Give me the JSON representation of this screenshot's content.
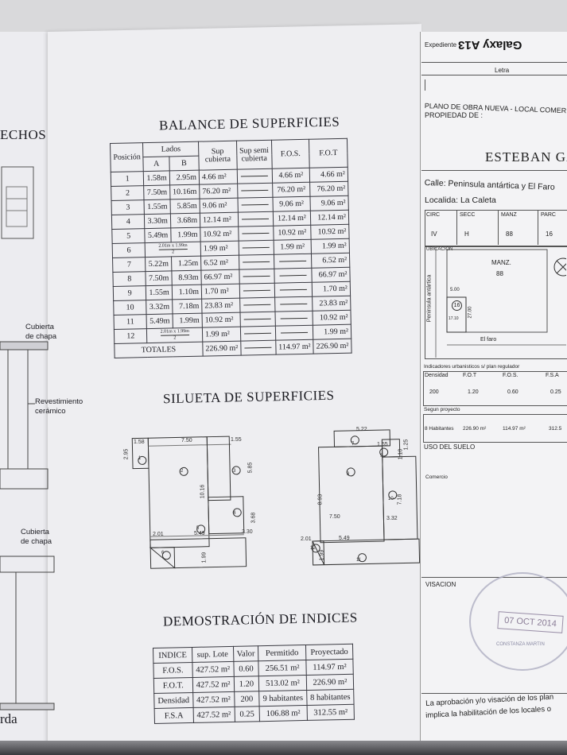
{
  "watermark": "Galaxy A13",
  "left_sheet": {
    "partial_title": "ECHOS",
    "label_roof1": "Cubierta\nde chapa",
    "label_cladding": "Revestimiento\ncerámico",
    "label_roof2": "Cubierta\nde chapa",
    "partial_bottom": "rda"
  },
  "balance": {
    "title": "BALANCE DE SUPERFICIES",
    "headers": {
      "posicion": "Posición",
      "lados": "Lados",
      "a": "A",
      "b": "B",
      "sup_cubierta": "Sup\ncubierta",
      "sup_semi": "Sup semi\ncubierta",
      "fos": "F.O.S.",
      "fot": "F.O.T"
    },
    "rows": [
      {
        "pos": "1",
        "a": "1.58m",
        "b": "2.95m",
        "sup": "4.66 m²",
        "semi": "",
        "fos": "4.66 m²",
        "fot": "4.66 m²"
      },
      {
        "pos": "2",
        "a": "7.50m",
        "b": "10.16m",
        "sup": "76.20 m²",
        "semi": "",
        "fos": "76.20 m²",
        "fot": "76.20 m²"
      },
      {
        "pos": "3",
        "a": "1.55m",
        "b": "5.85m",
        "sup": "9.06 m²",
        "semi": "",
        "fos": "9.06 m²",
        "fot": "9.06 m²"
      },
      {
        "pos": "4",
        "a": "3.30m",
        "b": "3.68m",
        "sup": "12.14 m²",
        "semi": "",
        "fos": "12.14 m²",
        "fot": "12.14 m²"
      },
      {
        "pos": "5",
        "a": "5.49m",
        "b": "1.99m",
        "sup": "10.92 m²",
        "semi": "",
        "fos": "10.92 m²",
        "fot": "10.92 m²"
      },
      {
        "pos": "6",
        "frac_num": "2.01m x 1.99m",
        "frac_den": "2",
        "sup": "1.99 m²",
        "semi": "",
        "fos": "1.99 m²",
        "fot": "1.99 m²"
      },
      {
        "pos": "7",
        "a": "5.22m",
        "b": "1.25m",
        "sup": "6.52 m²",
        "semi": "",
        "fos": "",
        "fot": "6.52 m²"
      },
      {
        "pos": "8",
        "a": "7.50m",
        "b": "8.93m",
        "sup": "66.97 m²",
        "semi": "",
        "fos": "",
        "fot": "66.97 m²"
      },
      {
        "pos": "9",
        "a": "1.55m",
        "b": "1.10m",
        "sup": "1.70 m²",
        "semi": "",
        "fos": "",
        "fot": "1.70 m²"
      },
      {
        "pos": "10",
        "a": "3.32m",
        "b": "7.18m",
        "sup": "23.83 m²",
        "semi": "",
        "fos": "",
        "fot": "23.83 m²"
      },
      {
        "pos": "11",
        "a": "5.49m",
        "b": "1.99m",
        "sup": "10.92 m²",
        "semi": "",
        "fos": "",
        "fot": "10.92 m²"
      },
      {
        "pos": "12",
        "frac_num": "2.01m x 1.99m",
        "frac_den": "2",
        "sup": "1.99 m²",
        "semi": "",
        "fos": "",
        "fot": "1.99 m²"
      }
    ],
    "totals": {
      "label": "TOTALES",
      "sup": "226.90 m²",
      "fos": "114.97 m²",
      "fot": "226.90 m²"
    }
  },
  "silueta": {
    "title": "SILUETA DE SUPERFICIES",
    "left_dims": {
      "d158": "1.58",
      "d750": "7.50",
      "d155": "1.55",
      "d295": "2.95",
      "d1016": "10.16",
      "d585": "5.85",
      "d368": "3.68",
      "d330": "3.30",
      "d201": "2.01",
      "d549": "5.49",
      "d199": "1.99"
    },
    "right_dims": {
      "d522": "5.22",
      "d155": "1.55",
      "d110": "1.10",
      "d125": "1.25",
      "d893": "8.93",
      "d718": "7.18",
      "d750": "7.50",
      "d332": "3.32",
      "d201": "2.01",
      "d549": "5.49",
      "d199": "1.99"
    },
    "markers": [
      "1",
      "2",
      "3",
      "4",
      "5",
      "6",
      "7",
      "8",
      "9",
      "10",
      "11",
      "12"
    ]
  },
  "indices": {
    "title": "DEMOSTRACIÓN DE INDICES",
    "headers": [
      "INDICE",
      "sup. Lote",
      "Valor",
      "Permitido",
      "Proyectado"
    ],
    "rows": [
      [
        "F.O.S.",
        "427.52 m²",
        "0.60",
        "256.51 m²",
        "114.97 m²"
      ],
      [
        "F.O.T.",
        "427.52 m²",
        "1.20",
        "513.02 m²",
        "226.90 m²"
      ],
      [
        "Densidad",
        "427.52 m²",
        "200",
        "9 habitantes",
        "8 habitantes"
      ],
      [
        "F.S.A",
        "427.52 m²",
        "0.25",
        "106.88 m²",
        "312.55 m²"
      ]
    ]
  },
  "right_panel": {
    "expediente": "Expediente",
    "letra": "Letra",
    "plano": "PLANO DE OBRA NUEVA - LOCAL COMER",
    "propiedad": "PROPIEDAD DE :",
    "owner": "ESTEBAN GA",
    "calle": "Calle: Peninsula antártica y El Faro",
    "localidad": "Localida: La Caleta",
    "catastro_headers": [
      "CIRC",
      "SECC",
      "MANZ",
      "PARC"
    ],
    "catastro_values": [
      "IV",
      "H",
      "88",
      "16"
    ],
    "ubicacion": "UBICACION",
    "manz_label": "MANZ.",
    "manz_value": "88",
    "street_side": "Peninsula antártica",
    "street_bottom": "El faro",
    "lot_dim_a": "5.00",
    "lot_dim_b": "27.00",
    "lot_dim_c": "17.10",
    "lot_number": "16",
    "indicadores": "Indicadores urbanisticos s/ plan regulador",
    "ind_headers": [
      "Densidad",
      "F.O.T",
      "F.O.S.",
      "F.S.A"
    ],
    "ind_values": [
      "200",
      "1.20",
      "0.60",
      "0.25"
    ],
    "segun": "Segun proyecto",
    "segun_values": [
      "8 Habitantes",
      "226.90 m²",
      "114.97 m²",
      "312.5"
    ],
    "uso": "USO DEL SUELO",
    "comercio": "Comercio",
    "visacion": "VISACION",
    "stamp_date": "07 OCT 2014",
    "stamp_text": "CONSTANZA MARTIN",
    "aprobacion": "La aprobación y/o visación de los plan",
    "aprobacion2": "implica la habilitación de los locales o"
  }
}
